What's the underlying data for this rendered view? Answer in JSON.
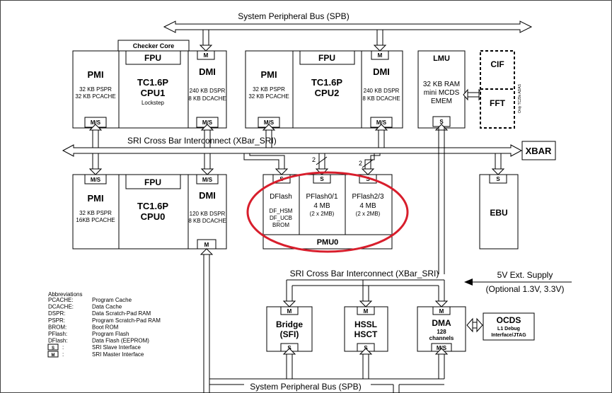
{
  "buses": {
    "spb_top": "System Peripheral Bus (SPB)",
    "sri_top": "SRI Cross Bar Interconnect  (XBar_SRI)",
    "sri_bottom": "SRI Cross Bar Interconnect (XBar_SRI)",
    "spb_bottom": "System Peripheral Bus (SPB)"
  },
  "cpu1": {
    "checker": "Checker Core",
    "pmi": "PMI",
    "pmi_l1": "32 KB PSPR",
    "pmi_l2": "32 KB PCACHE",
    "fpu": "FPU",
    "core_l1": "TC1.6P",
    "core_l2": "CPU1",
    "core_l3": "Lockstep",
    "dmi": "DMI",
    "dmi_l1": "240 KB DSPR",
    "dmi_l2": "8 KB DCACHE"
  },
  "cpu2": {
    "pmi": "PMI",
    "pmi_l1": "32 KB PSPR",
    "pmi_l2": "32 KB PCACHE",
    "fpu": "FPU",
    "core_l1": "TC1.6P",
    "core_l2": "CPU2",
    "dmi": "DMI",
    "dmi_l1": "240 KB DSPR",
    "dmi_l2": "8 KB DCACHE"
  },
  "cpu0": {
    "pmi": "PMI",
    "pmi_l1": "32 KB PSPR",
    "pmi_l2": "16KB PCACHE",
    "fpu": "FPU",
    "core_l1": "TC1.6P",
    "core_l2": "CPU0",
    "dmi": "DMI",
    "dmi_l1": "120 KB DSPR",
    "dmi_l2": "8 KB DCACHE"
  },
  "ports": {
    "m": "M",
    "s": "S",
    "ms": "M/S"
  },
  "lmu": {
    "title": "LMU",
    "l1": "32 KB RAM",
    "l2": "mini MCDS",
    "l3": "EMEM"
  },
  "cif": "CIF",
  "fft": "FFT",
  "fft_side": "Only TC29x ADAS",
  "xbar": "XBAR",
  "ebu": "EBU",
  "pmu": {
    "title": "PMU0",
    "dflash": "DFlash",
    "df1": "DF_HSM",
    "df2": "DF_UCB",
    "df3": "BROM",
    "pf01": "PFlash0/1",
    "pf01_size": "4 MB",
    "pf01_sub": "(2 x 2MB)",
    "pf23": "PFlash2/3",
    "pf23_size": "4 MB",
    "pf23_sub": "(2 x 2MB)",
    "bus_width": "2"
  },
  "supply": {
    "l1": "5V Ext. Supply",
    "l2": "(Optional 1.3V, 3.3V)"
  },
  "bridge": {
    "l1": "Bridge",
    "l2": "(SFI)"
  },
  "hssl": {
    "l1": "HSSL",
    "l2": "HSCT"
  },
  "dma": {
    "l1": "DMA",
    "l2": "128",
    "l3": "channels"
  },
  "ocds": {
    "l1": "OCDS",
    "l2": "L1 Debug",
    "l3": "Interface/JTAG"
  },
  "abbr": {
    "title": "Abbreviations",
    "items": [
      {
        "k": "PCACHE:",
        "v": "Program Cache"
      },
      {
        "k": "DCACHE:",
        "v": "Data Cache"
      },
      {
        "k": "DSPR:",
        "v": "Data Scratch-Pad RAM"
      },
      {
        "k": "PSPR:",
        "v": "Program Scratch-Pad RAM"
      },
      {
        "k": "BROM:",
        "v": "Boot ROM"
      },
      {
        "k": "PFlash:",
        "v": "Program Flash"
      },
      {
        "k": "DFlash:",
        "v": "Data Flash (EEPROM)"
      },
      {
        "k": ":",
        "v": "SRI Slave Interface"
      },
      {
        "k": ":",
        "v": "SRI Master Interface"
      }
    ]
  },
  "colors": {
    "highlight": "#d81e2c",
    "line": "#000000"
  }
}
